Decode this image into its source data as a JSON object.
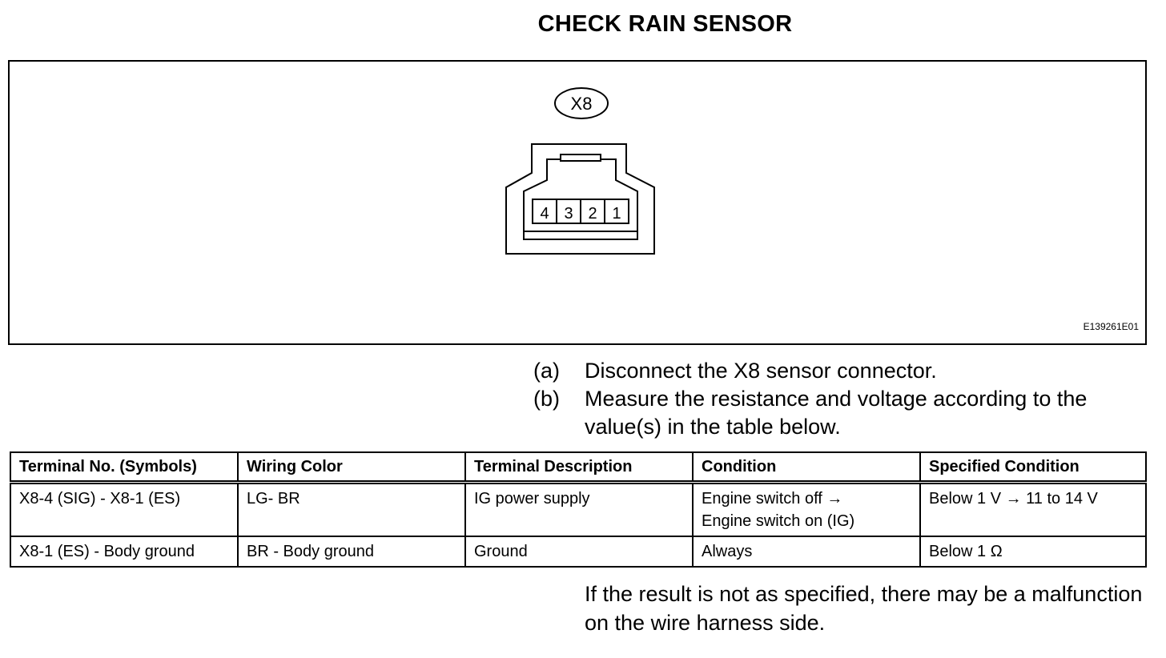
{
  "title": "CHECK RAIN SENSOR",
  "figure": {
    "connector_label": "X8",
    "terminals": [
      "4",
      "3",
      "2",
      "1"
    ],
    "figure_id": "E139261E01"
  },
  "steps": [
    {
      "label": "(a)",
      "text": "Disconnect the X8 sensor connector."
    },
    {
      "label": "(b)",
      "text": "Measure the resistance and voltage according to the value(s) in the table below."
    }
  ],
  "table": {
    "headers": [
      "Terminal No. (Symbols)",
      "Wiring Color",
      "Terminal Description",
      "Condition",
      "Specified Condition"
    ],
    "rows": [
      [
        "X8-4 (SIG) - X8-1 (ES)",
        "LG- BR",
        "IG power supply",
        "Engine switch off →\nEngine switch on (IG)",
        "Below 1 V → 11 to 14 V"
      ],
      [
        "X8-1 (ES) - Body ground",
        "BR - Body ground",
        "Ground",
        "Always",
        "Below 1 Ω"
      ]
    ]
  },
  "note": "If the result is not as specified, there may be a malfunction on the wire harness side."
}
